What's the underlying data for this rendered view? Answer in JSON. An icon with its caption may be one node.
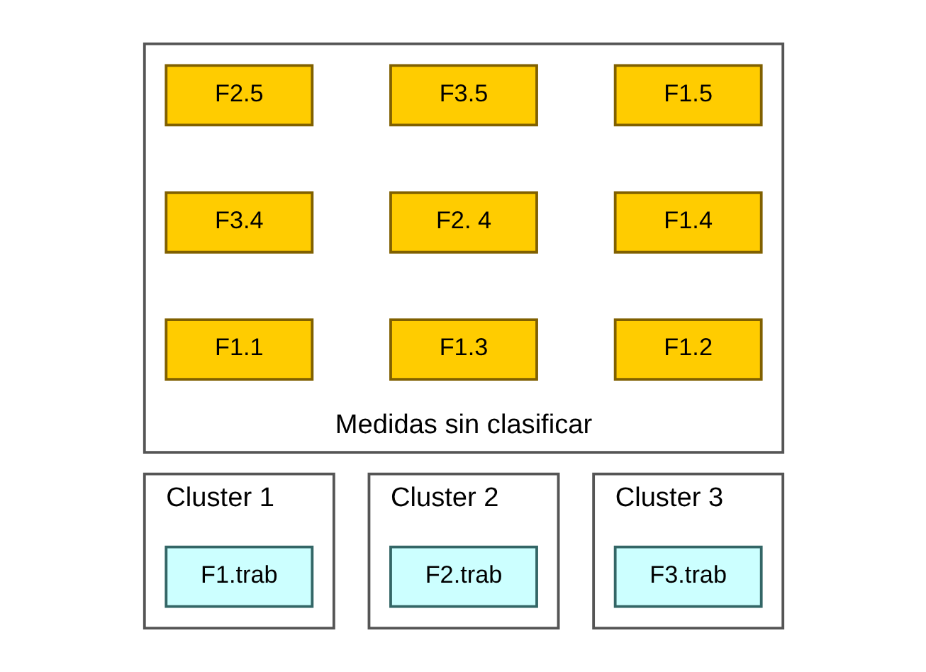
{
  "diagram": {
    "nodes": [
      {
        "text": [
          "Medidas sin clasificar"
        ]
      },
      {
        "text": [
          "F2.5"
        ],
        "in": 0
      },
      {
        "text": [
          "F3.5"
        ],
        "in": 0
      },
      {
        "text": [
          "F1.5"
        ],
        "in": 0
      },
      {
        "text": [
          "F3.4"
        ],
        "in": 0
      },
      {
        "text": [
          "F2. 4"
        ],
        "in": 0
      },
      {
        "text": [
          "F1.4"
        ],
        "in": 0
      },
      {
        "text": [
          "F1.1"
        ],
        "in": 0
      },
      {
        "text": [
          "F1.3"
        ],
        "in": 0
      },
      {
        "text": [
          "F1.2"
        ],
        "in": 0
      },
      {
        "text": [
          "Cluster 1"
        ]
      },
      {
        "text": [
          "F1.trab"
        ],
        "in": 10
      },
      {
        "text": [
          "Cluster 2"
        ]
      },
      {
        "text": [
          "F2.trab"
        ],
        "in": 12
      },
      {
        "text": [
          "Cluster 3"
        ]
      },
      {
        "text": [
          "F3.trab"
        ],
        "in": 14
      }
    ],
    "edges": []
  }
}
